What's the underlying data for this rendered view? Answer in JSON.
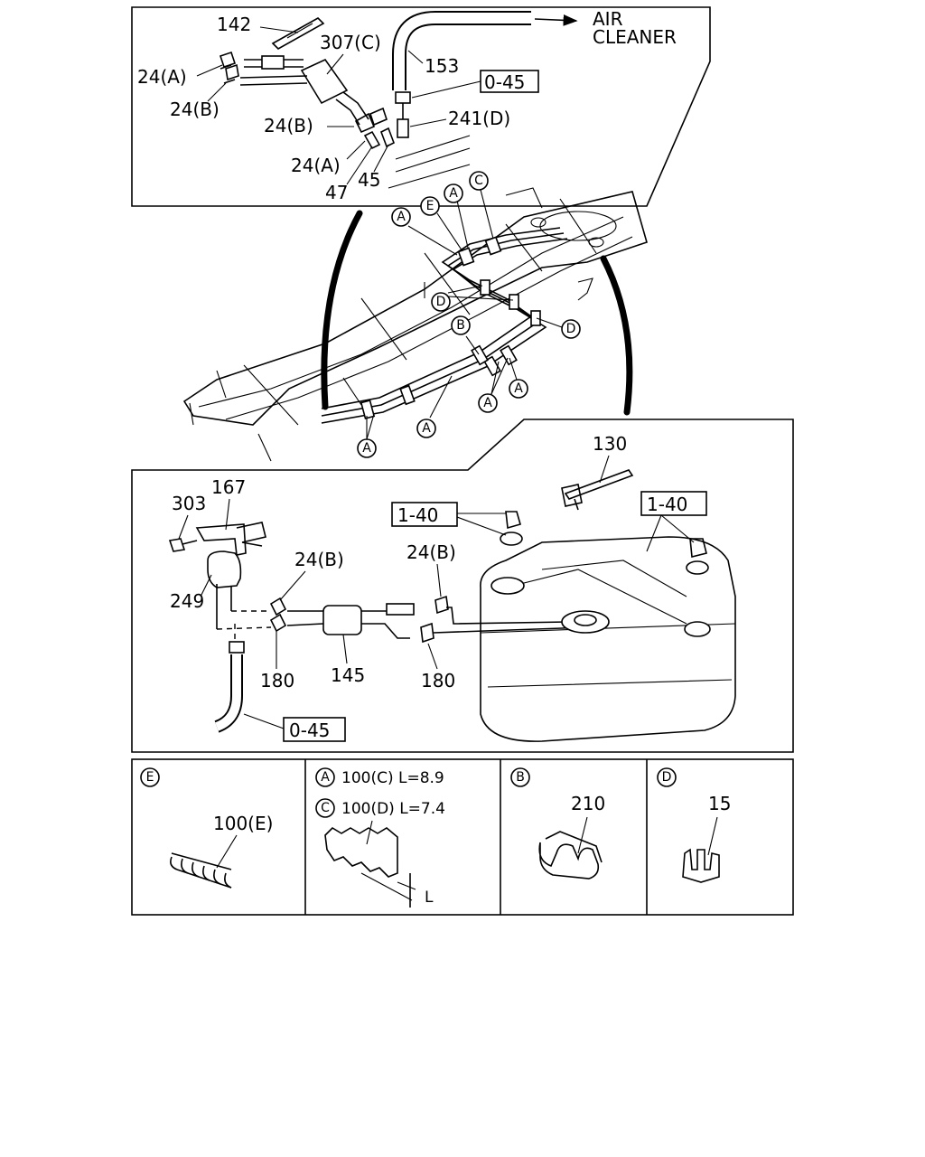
{
  "top_panel": {
    "air_cleaner_line1": "AIR",
    "air_cleaner_line2": "CLEANER",
    "labels": {
      "p142": "142",
      "p307c": "307(C)",
      "p24a_1": "24(A)",
      "p24b_1": "24(B)",
      "p153": "153",
      "ref_045": "0-45",
      "p24b_2": "24(B)",
      "p241d": "241(D)",
      "p24a_2": "24(A)",
      "p47": "47",
      "p45": "45"
    }
  },
  "frame": {
    "markers": [
      "A",
      "E",
      "A",
      "C",
      "D",
      "D",
      "B",
      "A",
      "A",
      "A",
      "A"
    ]
  },
  "tank_panel": {
    "labels": {
      "p130": "130",
      "p167": "167",
      "p303": "303",
      "ref_140_left": "1-40",
      "ref_140_right": "1-40",
      "p24b_left": "24(B)",
      "p24b_right": "24(B)",
      "p249": "249",
      "p180_left": "180",
      "p145": "145",
      "p180_right": "180",
      "ref_045": "0-45"
    }
  },
  "details": [
    {
      "marker": "E",
      "text": "100(E)"
    },
    {
      "marker_1": "A",
      "line_1": "100(C)  L=8.9",
      "marker_2": "C",
      "line_2": "100(D)  L=7.4",
      "dim_label": "L"
    },
    {
      "marker": "B",
      "text": "210"
    },
    {
      "marker": "D",
      "text": "15"
    }
  ]
}
